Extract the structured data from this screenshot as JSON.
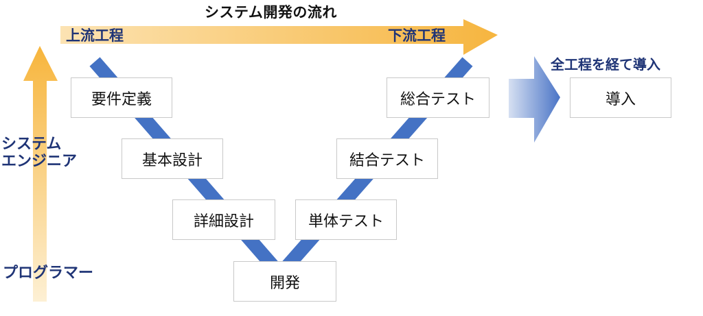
{
  "title": "システム開発の流れ",
  "flow": {
    "upstream": "上流工程",
    "downstream": "下流工程"
  },
  "roles": {
    "system_engineer_line1": "システム",
    "system_engineer_line2": "エンジニア",
    "programmer": "プログラマー"
  },
  "phases": {
    "requirements": "要件定義",
    "basic_design": "基本設計",
    "detailed_design": "詳細設計",
    "development": "開発",
    "unit_test": "単体テスト",
    "integration_test": "結合テスト",
    "system_test": "総合テスト"
  },
  "deploy": {
    "caption": "全工程を経て導入",
    "box": "導入"
  },
  "colors": {
    "v_stroke": "#4472c4",
    "orange_arrow": "#f6b84a",
    "label_navy": "#1f3476"
  }
}
